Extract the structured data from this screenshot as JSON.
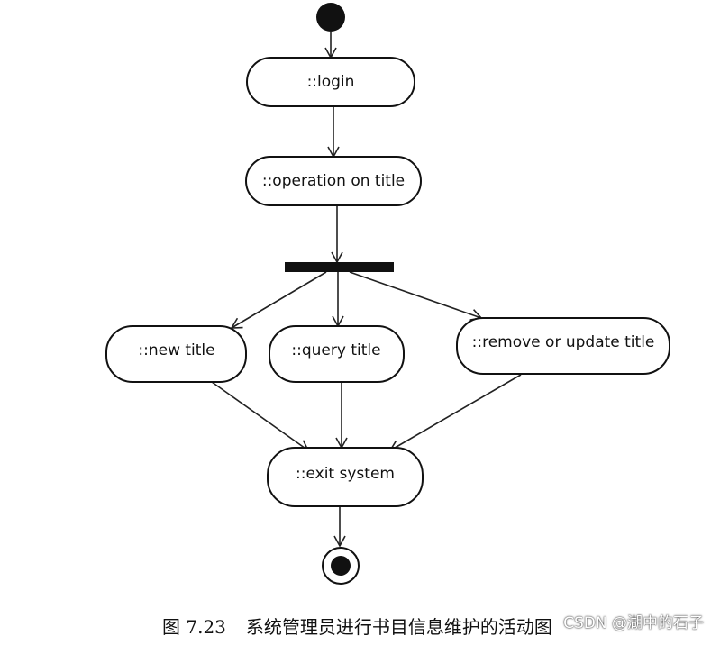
{
  "diagram": {
    "nodes": {
      "login": "::login",
      "operation": "::operation on title",
      "new_title": "::new title",
      "query_title": "::query title",
      "remove_update": "::remove or update title",
      "exit_system": "::exit system"
    }
  },
  "caption": {
    "figure_number": "图 7.23",
    "text": "系统管理员进行书目信息维护的活动图"
  },
  "watermark": "CSDN @湖中的石子"
}
